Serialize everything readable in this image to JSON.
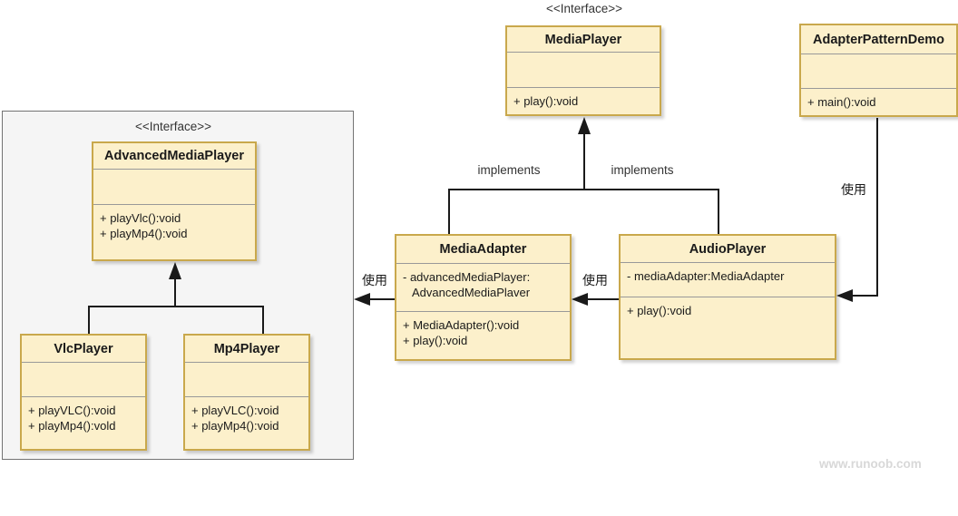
{
  "diagram": {
    "title_hint": "Adapter Pattern UML class diagram",
    "stereotype_interface_top": "<<Interface>>",
    "stereotype_interface_group": "<<Interface>>",
    "labels": {
      "implements_left": "implements",
      "implements_right": "implements",
      "use_right": "使用",
      "use_middle": "使用",
      "use_left": "使用"
    },
    "watermark": "www.runoob.com",
    "colors": {
      "box_fill": "#fcf0cb",
      "box_border": "#c9a84c",
      "section_divider": "#999999",
      "group_fill": "#f5f5f5",
      "group_border": "#737373",
      "connector": "#1a1a1a",
      "watermark_text": "#d8d8d8"
    },
    "classes": {
      "mediaPlayer": {
        "name": "MediaPlayer",
        "methods": [
          "+ play():void"
        ]
      },
      "adapterPatternDemo": {
        "name": "AdapterPatternDemo",
        "methods": [
          "+ main():void"
        ]
      },
      "advancedMediaPlayer": {
        "name": "AdvancedMediaPlayer",
        "methods": [
          "+ playVlc():void",
          "+ playMp4():void"
        ]
      },
      "vlcPlayer": {
        "name": "VlcPlayer",
        "methods": [
          "+ playVLC():void",
          "+ playMp4():vold"
        ]
      },
      "mp4Player": {
        "name": "Mp4Player",
        "methods": [
          "+ playVLC():void",
          "+ playMp4():void"
        ]
      },
      "mediaAdapter": {
        "name": "MediaAdapter",
        "attributes_line1": "- advancedMediaPlayer:",
        "attributes_line2": "AdvancedMediaPlaver",
        "methods": [
          "+ MediaAdapter():void",
          "+ play():void"
        ]
      },
      "audioPlayer": {
        "name": "AudioPlayer",
        "attributes_line1": "- mediaAdapter:MediaAdapter",
        "methods": [
          "+ play():void"
        ]
      }
    }
  }
}
